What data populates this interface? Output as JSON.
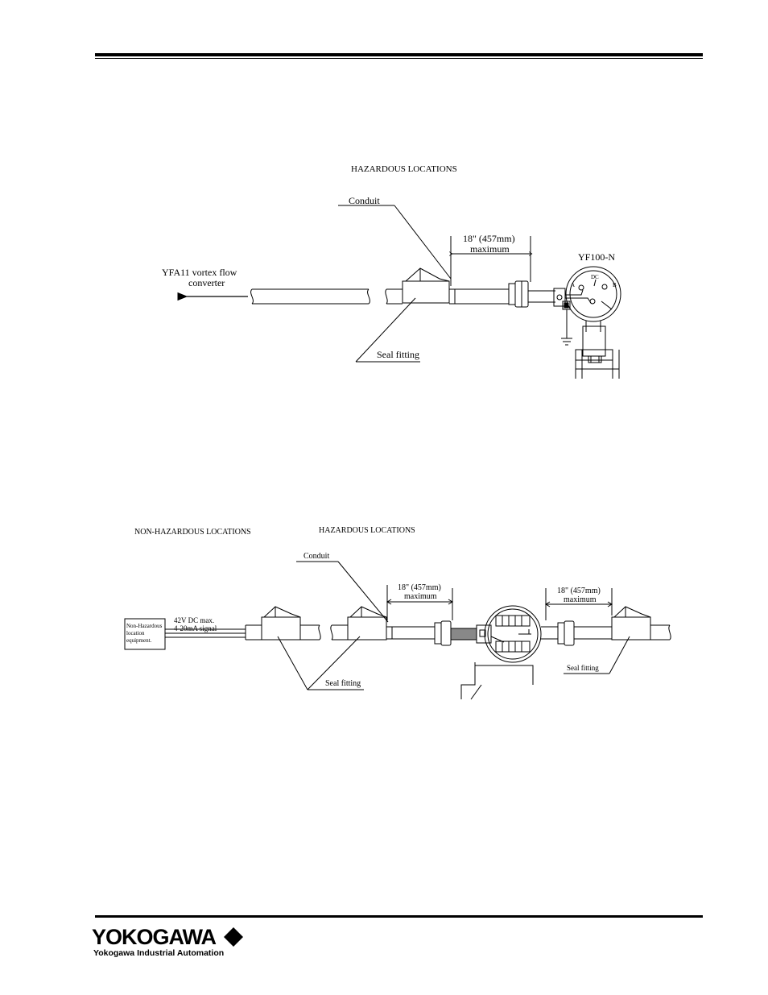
{
  "diagram1": {
    "header": "HAZARDOUS LOCATIONS",
    "conduit": "Conduit",
    "distance": "18\" (457mm)",
    "maximum": "maximum",
    "device": "YF100-N",
    "converter_line1": "YFA11 vortex flow",
    "converter_line2": "converter",
    "seal": "Seal fitting",
    "terminal_labels": [
      "A",
      "DC",
      "B"
    ]
  },
  "diagram2": {
    "nonhaz_header": "NON-HAZARDOUS LOCATIONS",
    "haz_header": "HAZARDOUS LOCATIONS",
    "conduit": "Conduit",
    "distance_left": "18\" (457mm)",
    "maximum_left": "maximum",
    "distance_right": "18\" (457mm)",
    "maximum_right": "maximum",
    "equipment_line1": "Non-Hazardous",
    "equipment_line2": "location",
    "equipment_line3": "equipment.",
    "signal_line1": "42V DC max.",
    "signal_line2": "4-20mA signal",
    "seal_left": "Seal fitting",
    "seal_right": "Seal fitting"
  },
  "footer": {
    "brand": "YOKOGAWA",
    "tagline": "Yokogawa Industrial Automation"
  }
}
